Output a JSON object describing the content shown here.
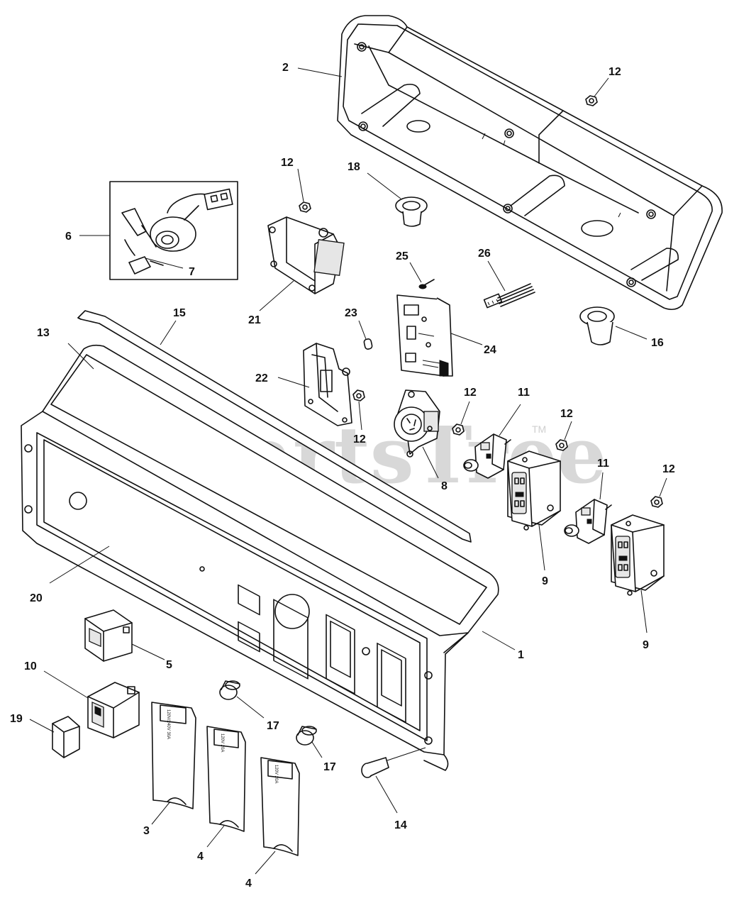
{
  "watermark": {
    "text": "PartsTree",
    "trademark": "TM"
  },
  "callouts": {
    "c1": "1",
    "c2": "2",
    "c3": "3",
    "c4a": "4",
    "c4b": "4",
    "c5": "5",
    "c6": "6",
    "c7": "7",
    "c8": "8",
    "c9a": "9",
    "c9b": "9",
    "c10": "10",
    "c11a": "11",
    "c11b": "11",
    "c12a": "12",
    "c12b": "12",
    "c12c": "12",
    "c12d": "12",
    "c12e": "12",
    "c12f": "12",
    "c13": "13",
    "c14": "14",
    "c15": "15",
    "c16": "16",
    "c17a": "17",
    "c17b": "17",
    "c18": "18",
    "c19": "19",
    "c20": "20",
    "c21": "21",
    "c22": "22",
    "c23": "23",
    "c24": "24",
    "c25": "25",
    "c26": "26"
  },
  "cover_labels": {
    "c3": "120V/240V 30A",
    "c4a": "120V 20A",
    "c4b": "120V 20A"
  }
}
